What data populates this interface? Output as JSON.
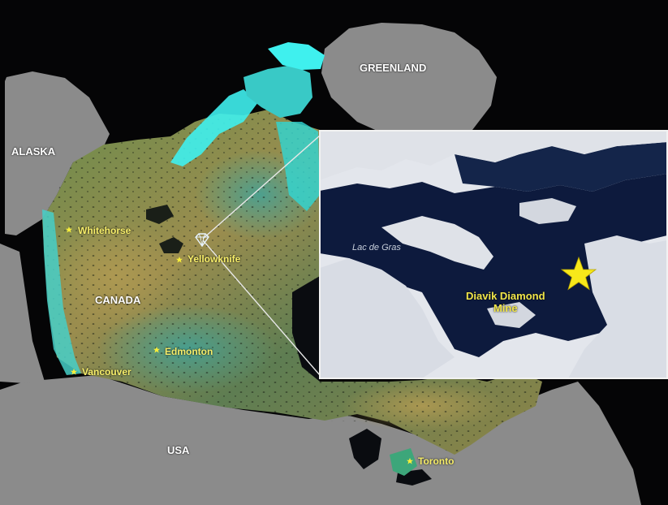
{
  "map": {
    "regions": {
      "alaska": "ALASKA",
      "greenland": "GREENLAND",
      "canada": "CANADA",
      "usa": "USA"
    },
    "cities": {
      "whitehorse": "Whitehorse",
      "yellowknife": "Yellowknife",
      "edmonton": "Edmonton",
      "vancouver": "Vancouver",
      "toronto": "Toronto"
    },
    "inset": {
      "lake_label": "Lac de Gras",
      "mine_line1": "Diavik Diamond",
      "mine_line2": "Mine"
    },
    "colors": {
      "ocean": "#050506",
      "land_gray": "#8b8b8b",
      "canada_ochre": "#8a8a4a",
      "canada_green": "#3f8a7c",
      "arctic_cyan": "#3ff0ee",
      "city_marker": "#f7ee3a",
      "mine_star": "#f7e81a",
      "inset_water": "#0d1a3d",
      "inset_snow": "#e6e8ee"
    },
    "icons": {
      "diamond": "diamond-icon",
      "star": "star-icon"
    }
  }
}
